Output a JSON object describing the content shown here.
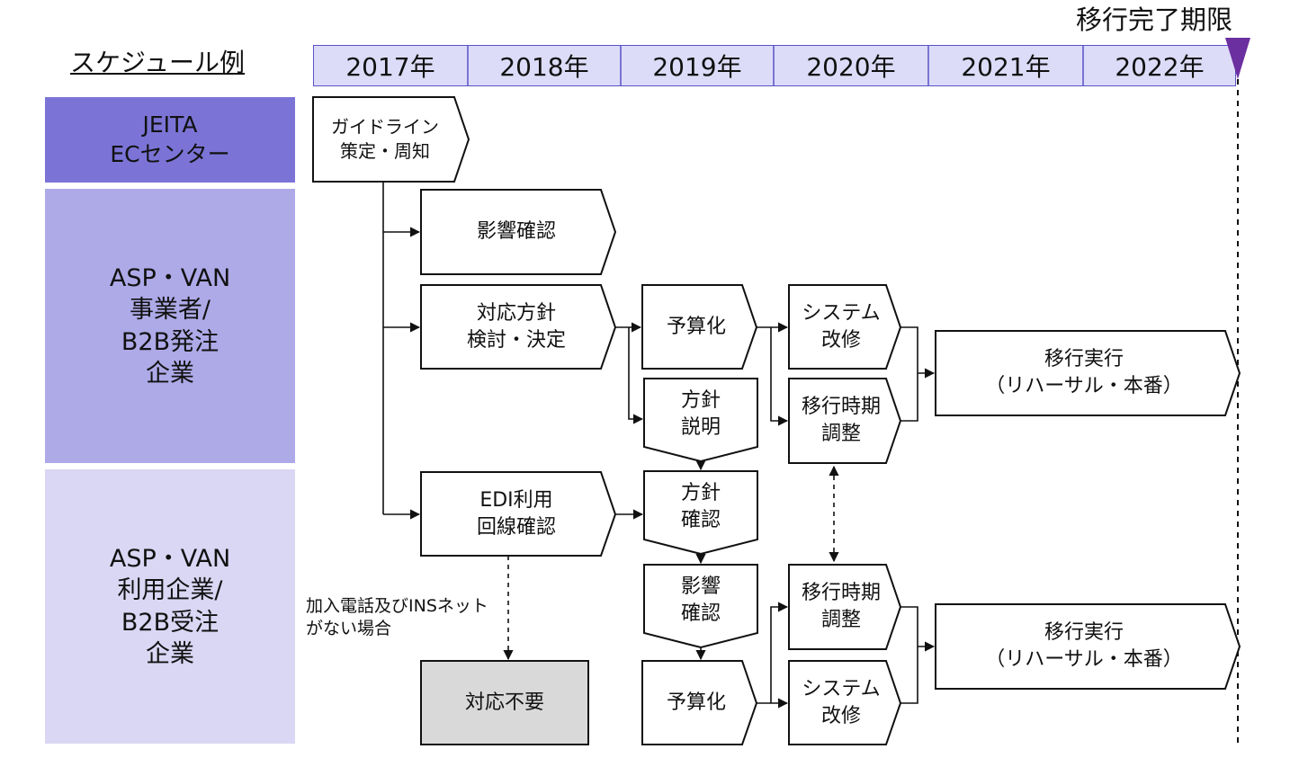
{
  "header": {
    "schedule_label": "スケジュール例",
    "deadline_label": "移行完了期限",
    "years": [
      "2017年",
      "2018年",
      "2019年",
      "2020年",
      "2021年",
      "2022年"
    ]
  },
  "rows": {
    "jeita": "JEITA\nECセンター",
    "provider": "ASP・VAN\n事業者/\nB2B発注\n企業",
    "user": "ASP・VAN\n利用企業/\nB2B受注\n企業"
  },
  "steps": {
    "guideline": "ガイドライン\n策定・周知",
    "impact_check_provider": "影響確認",
    "policy_decision": "対応方針\n検討・決定",
    "budget_provider": "予算化",
    "policy_explain": "方針\n説明",
    "system_fix_provider": "システム\n改修",
    "migration_timing_provider": "移行時期\n調整",
    "migration_run_provider": "移行実行\n（リハーサル・本番）",
    "edi_line_check": "EDI利用\n回線確認",
    "policy_confirm": "方針\n確認",
    "impact_check_user": "影響\n確認",
    "budget_user": "予算化",
    "migration_timing_user": "移行時期\n調整",
    "system_fix_user": "システム\n改修",
    "migration_run_user": "移行実行\n（リハーサル・本番）",
    "no_action": "対応不要"
  },
  "notes": {
    "no_line_condition": "加入電話及びINSネット\nがない場合"
  },
  "colors": {
    "jeita_band": "#7b74d6",
    "provider_band": "#aeaae8",
    "user_band": "#d9d7f4",
    "year_header_bg": "#dcdcf8",
    "year_header_border": "#5a52c8",
    "deadline_marker": "#6b2fa0",
    "no_action_fill": "#d9d9d9"
  }
}
